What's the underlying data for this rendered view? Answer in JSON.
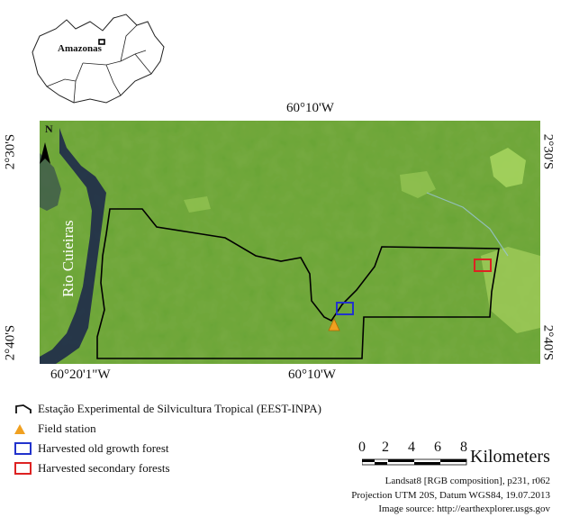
{
  "inset": {
    "region_label": "Amazonas"
  },
  "coords": {
    "top_lon": "60°10'W",
    "bottom_lon_left": "60°20'1\"W",
    "bottom_lon_right": "60°10'W",
    "lat_top_left": "2°30'S",
    "lat_bottom_left": "2°40'S",
    "lat_top_right": "2°30'S",
    "lat_bottom_right": "2°40'S"
  },
  "map": {
    "north_label": "N",
    "river_label": "Rio Cuieiras"
  },
  "legend": [
    {
      "label": "Estação Experimental de Silvicultura Tropical (EEST-INPA)",
      "color": "#111111",
      "icon": "boundary-outline-icon"
    },
    {
      "label": "Field station",
      "color": "#f0a020",
      "icon": "triangle-icon"
    },
    {
      "label": "Harvested old growth forest",
      "color": "#2233cc",
      "icon": "square-outline-icon"
    },
    {
      "label": "Harvested secondary forests",
      "color": "#dd2222",
      "icon": "square-outline-icon"
    }
  ],
  "scalebar": {
    "ticks": [
      "0",
      "2",
      "4",
      "6",
      "8"
    ],
    "unit": "Kilometers"
  },
  "credits": {
    "line1": "Landsat8 [RGB composition], p231, r062",
    "line2": "Projection UTM 20S, Datum WGS84, 19.07.2013",
    "line3": "Image source: http://earthexplorer.usgs.gov"
  }
}
